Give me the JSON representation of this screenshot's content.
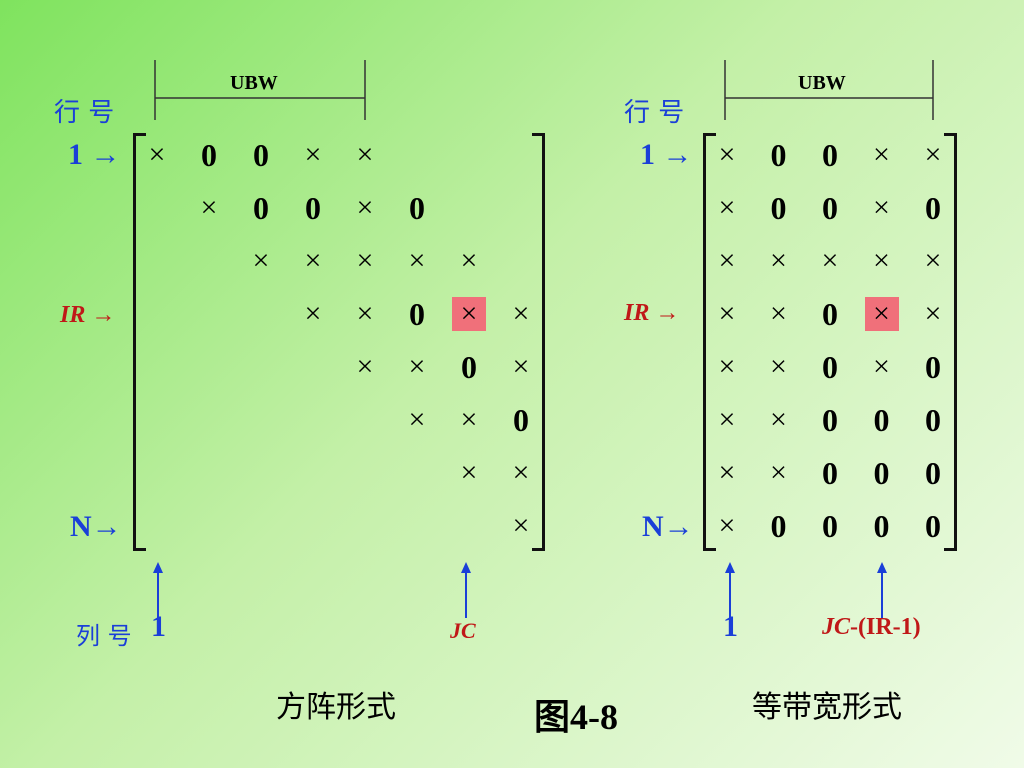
{
  "left": {
    "ubw": "UBW",
    "row_header": "行 号",
    "row_first": "1 →",
    "row_ir": "IR →",
    "row_last": "N→",
    "col_header": "列 号",
    "col_first": "1",
    "col_jc": "JC",
    "caption": "方阵形式",
    "rows": [
      [
        "×",
        "0",
        "0",
        "×",
        "×",
        "",
        "",
        ""
      ],
      [
        "",
        "×",
        "0",
        "0",
        "×",
        "0",
        "",
        ""
      ],
      [
        "",
        "",
        "×",
        "×",
        "×",
        "×",
        "×",
        ""
      ],
      [
        "",
        "",
        "",
        "×",
        "×",
        "0",
        "×",
        "×"
      ],
      [
        "",
        "",
        "",
        "",
        "×",
        "×",
        "0",
        "×"
      ],
      [
        "",
        "",
        "",
        "",
        "",
        "×",
        "×",
        "0"
      ],
      [
        "",
        "",
        "",
        "",
        "",
        "",
        "×",
        "×"
      ],
      [
        "",
        "",
        "",
        "",
        "",
        "",
        "",
        "×"
      ]
    ],
    "highlight": [
      3,
      6
    ]
  },
  "right": {
    "ubw": "UBW",
    "row_header": "行 号",
    "row_first": "1 →",
    "row_ir": "IR →",
    "row_last": "N→",
    "col_first": "1",
    "col_jc_prefix": "JC",
    "col_jc_suffix": "-(IR-1)",
    "caption": "等带宽形式",
    "rows": [
      [
        "×",
        "0",
        "0",
        "×",
        "×"
      ],
      [
        "×",
        "0",
        "0",
        "×",
        "0"
      ],
      [
        "×",
        "×",
        "×",
        "×",
        "×"
      ],
      [
        "×",
        "×",
        "0",
        "×",
        "×"
      ],
      [
        "×",
        "×",
        "0",
        "×",
        "0"
      ],
      [
        "×",
        "×",
        "0",
        "0",
        "0"
      ],
      [
        "×",
        "×",
        "0",
        "0",
        "0"
      ],
      [
        "×",
        "0",
        "0",
        "0",
        "0"
      ]
    ],
    "highlight": [
      3,
      3
    ]
  },
  "figure_label": "图4-8",
  "colors": {
    "label": "#1a3fd8",
    "accent": "#c01818",
    "highlight": "#f0707a"
  }
}
